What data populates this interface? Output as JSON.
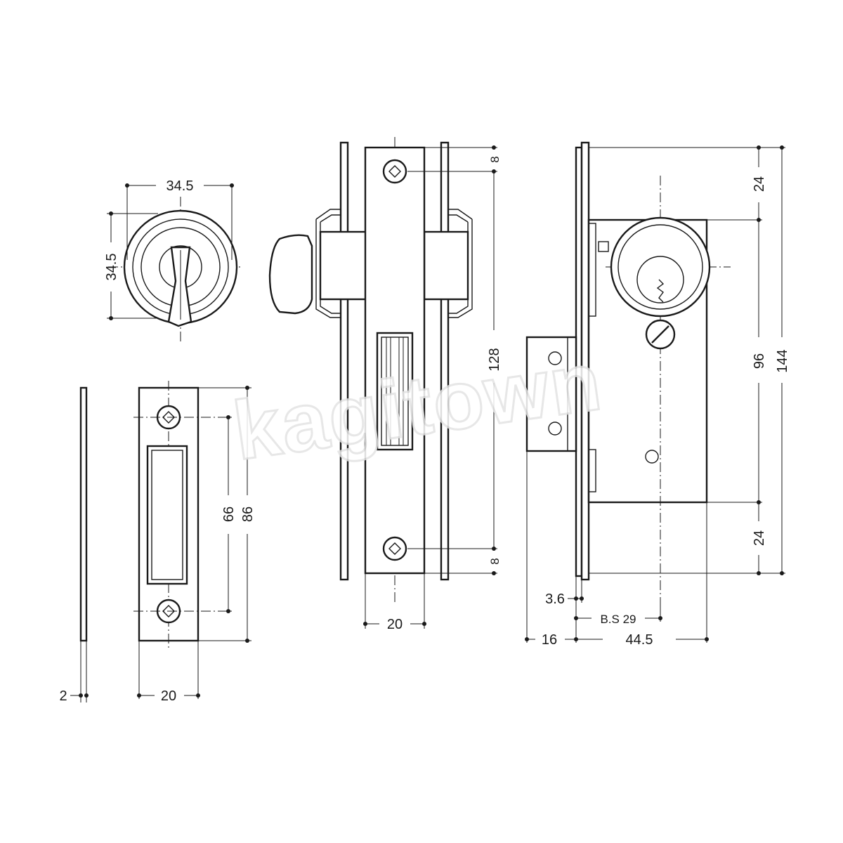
{
  "watermark": "kagitown",
  "thumbturn": {
    "width": "34.5",
    "height": "34.5"
  },
  "strike_plate_side": {
    "thickness": "2"
  },
  "strike_plate_front": {
    "screw_pitch": "66",
    "height": "86",
    "width": "20"
  },
  "lock_front": {
    "top_offset": "8",
    "bottom_offset": "8",
    "screw_pitch": "128",
    "width": "20"
  },
  "lock_body": {
    "top_margin": "24",
    "center_span": "96",
    "bottom_margin": "24",
    "total_height": "144",
    "front_thickness": "3.6",
    "backset": "B.S 29",
    "projection": "16",
    "depth": "44.5"
  }
}
